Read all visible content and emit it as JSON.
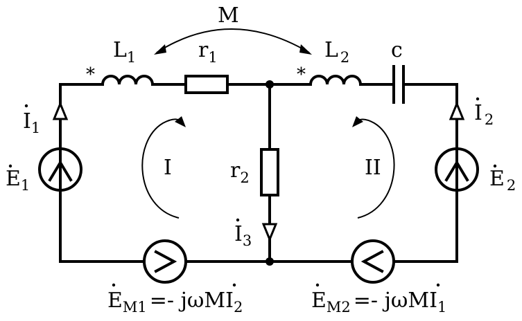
{
  "mutual_inductance": "M",
  "inductor_1": {
    "base": "L",
    "sub": "1"
  },
  "inductor_2": {
    "base": "L",
    "sub": "2"
  },
  "resistor_1": {
    "base": "r",
    "sub": "1"
  },
  "resistor_2": {
    "base": "r",
    "sub": "2"
  },
  "capacitor": "c",
  "star_marker": "*",
  "current_1": {
    "base": "I",
    "sub": "1"
  },
  "current_2": {
    "base": "I",
    "sub": "2"
  },
  "current_3": {
    "base": "I",
    "sub": "3"
  },
  "source_1": {
    "base": "E",
    "sub": "1"
  },
  "source_2": {
    "base": "E",
    "sub": "2"
  },
  "loop_1": "I",
  "loop_2": "II",
  "induced_1": {
    "base": "E",
    "sub": "M1",
    "eq": "=- jωMI",
    "sub2": "2"
  },
  "induced_2": {
    "base": "E",
    "sub": "M2",
    "eq": "=- jωMI",
    "sub2": "1"
  }
}
